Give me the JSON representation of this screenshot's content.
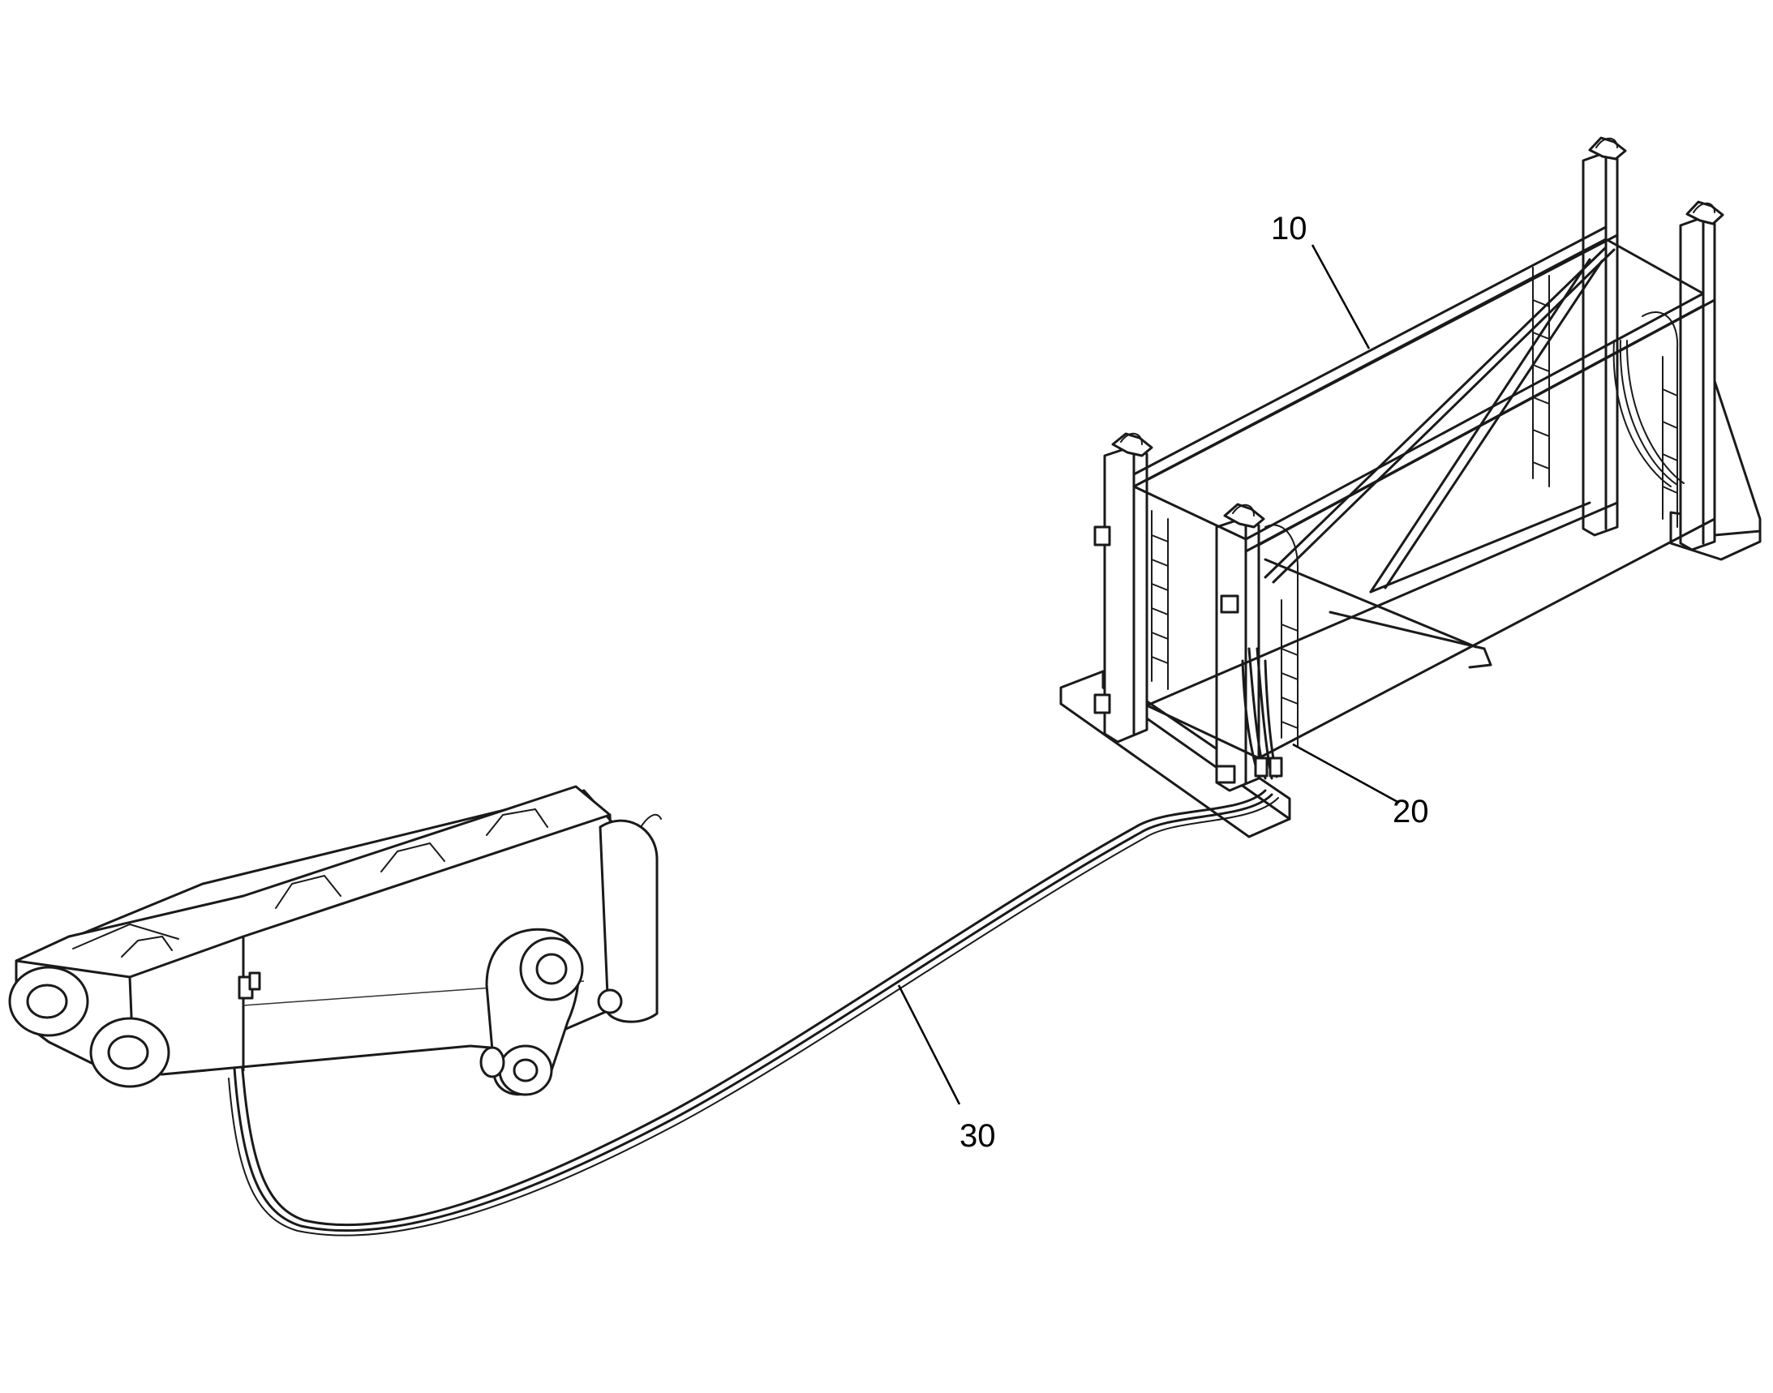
{
  "callouts": [
    {
      "id": "10",
      "label": "10",
      "part": "storage-rack"
    },
    {
      "id": "20",
      "label": "20",
      "part": "hose-connection"
    },
    {
      "id": "30",
      "label": "30",
      "part": "hydraulic-hose"
    }
  ],
  "colors": {
    "line": "#1a1a1a",
    "background": "#ffffff"
  }
}
